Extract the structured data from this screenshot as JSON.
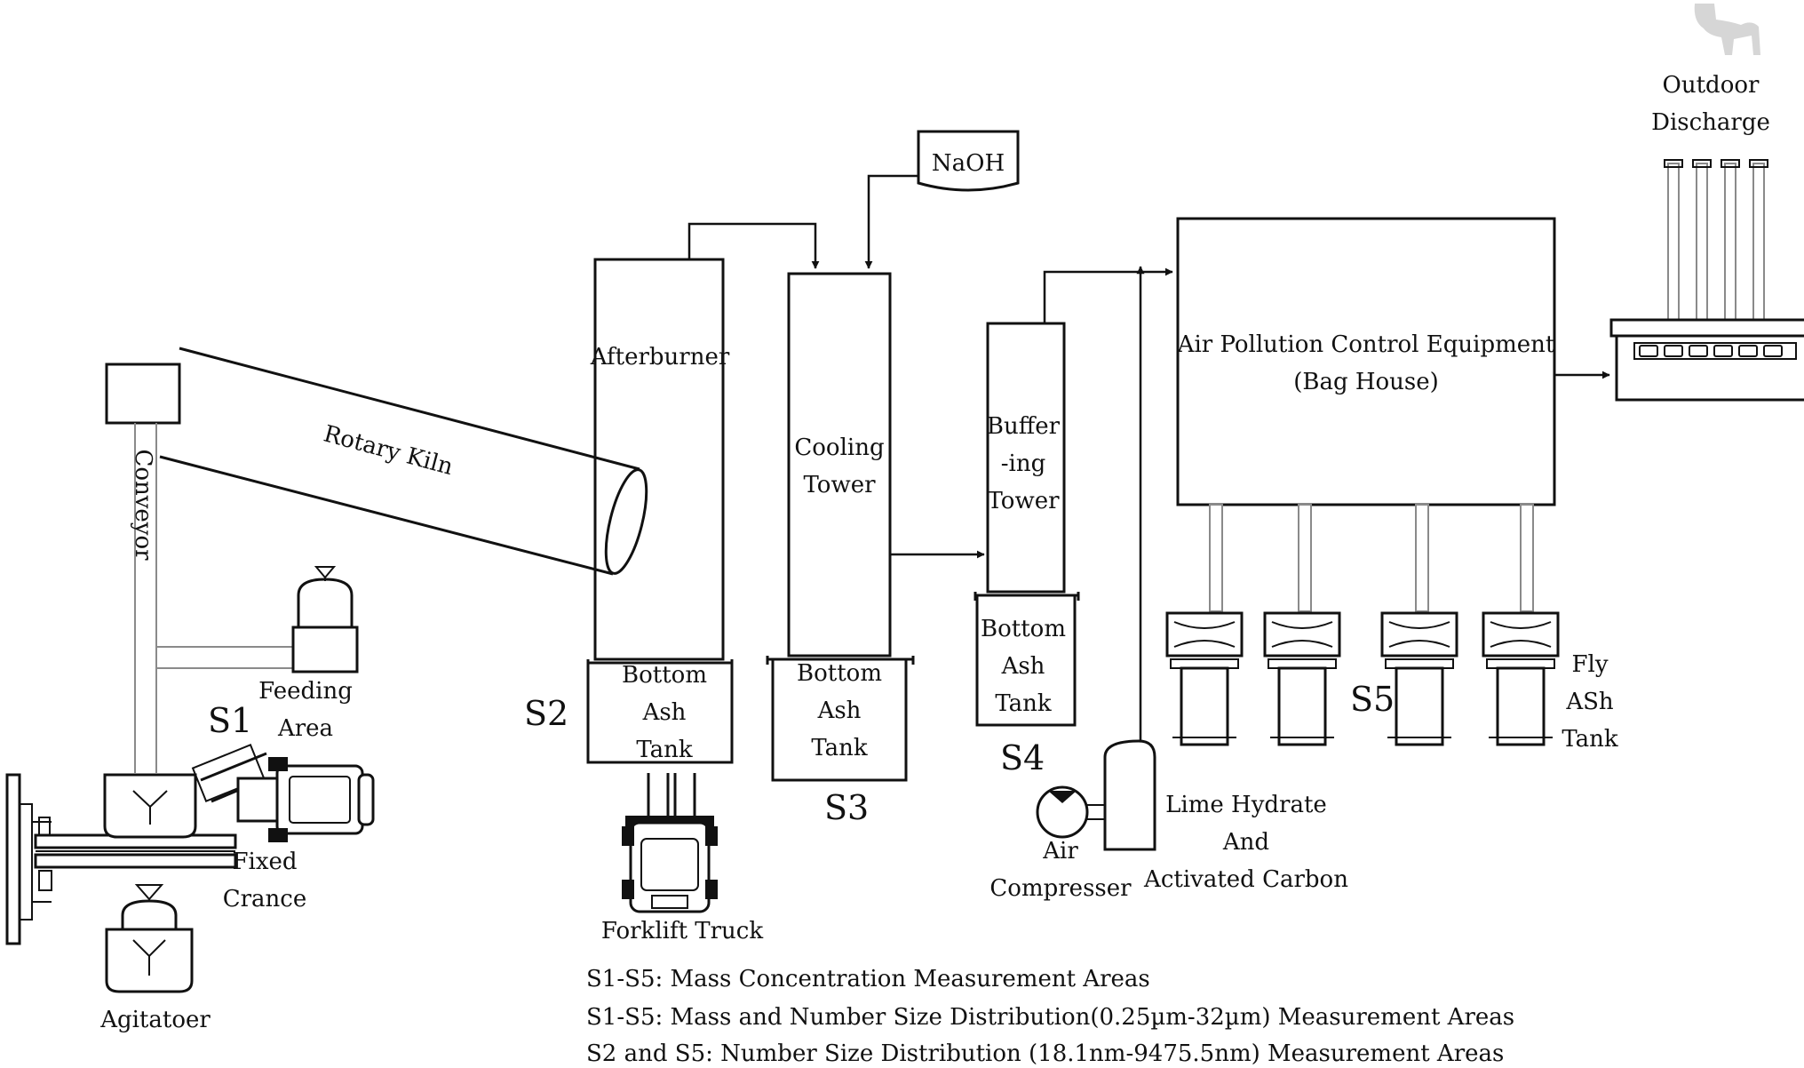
{
  "equipment": {
    "rotary_kiln": "Rotary Kiln",
    "conveyor": "Conveyor",
    "feeding_area": [
      "Feeding",
      "Area"
    ],
    "fixed_crane": [
      "Fixed",
      "Crance"
    ],
    "agitator": "Agitatoer",
    "afterburner": "Afterburner",
    "cooling_tower": [
      "Cooling",
      "Tower"
    ],
    "buffering_tower": [
      "Buffer",
      "-ing",
      "Tower"
    ],
    "bottom_ash_tank": [
      "Bottom",
      "Ash",
      "Tank"
    ],
    "naoh": "NaOH",
    "bag_house": [
      "Air Pollution Control Equipment",
      "(Bag House)"
    ],
    "outdoor_discharge": [
      "Outdoor",
      "Discharge"
    ],
    "forklift_truck": "Forklift Truck",
    "air_compressor": [
      "Air",
      "Compresser"
    ],
    "lime_carbon": [
      "Lime Hydrate",
      "And",
      "Activated Carbon"
    ],
    "fly_ash_tank": [
      "Fly",
      "ASh",
      "Tank"
    ]
  },
  "sampling_points": [
    "S1",
    "S2",
    "S3",
    "S4",
    "S5"
  ],
  "notes": [
    "S1-S5: Mass Concentration Measurement Areas",
    "S1-S5: Mass and Number Size Distribution(0.25µm-32µm) Measurement Areas",
    "S2 and S5: Number Size Distribution (18.1nm-9475.5nm) Measurement Areas"
  ]
}
